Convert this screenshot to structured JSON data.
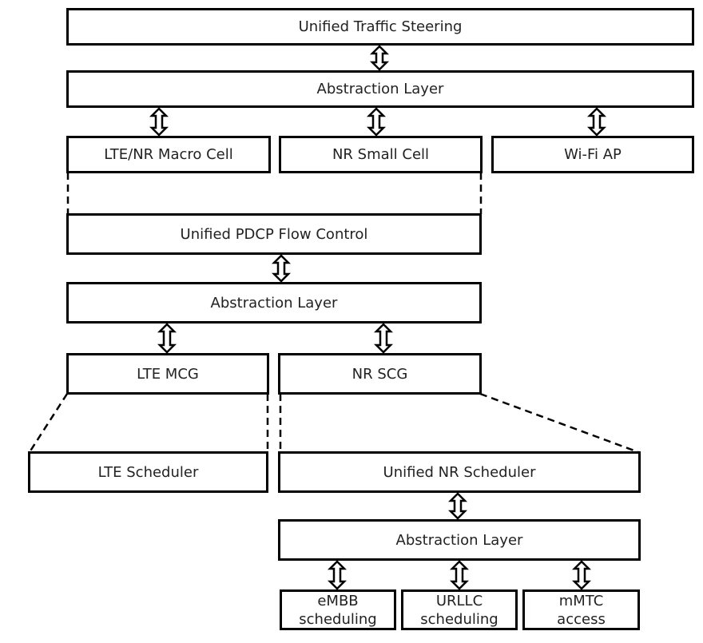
{
  "boxes": {
    "unified_traffic_steering": "Unified Traffic Steering",
    "abstraction_layer_top": "Abstraction Layer",
    "lte_nr_macro_cell": "LTE/NR Macro Cell",
    "nr_small_cell": "NR Small Cell",
    "wifi_ap": "Wi-Fi AP",
    "unified_pdcp_flow_control": "Unified PDCP Flow Control",
    "abstraction_layer_mid": "Abstraction Layer",
    "lte_mcg": "LTE MCG",
    "nr_scg": "NR SCG",
    "lte_scheduler": "LTE Scheduler",
    "unified_nr_scheduler": "Unified NR Scheduler",
    "abstraction_layer_bottom": "Abstraction Layer",
    "embb_line1": "eMBB",
    "embb_line2": "scheduling",
    "urllc_line1": "URLLC",
    "urllc_line2": "scheduling",
    "mmtc_line1": "mMTC",
    "mmtc_line2": "access"
  },
  "colors": {
    "stroke": "#000000",
    "text": "#222222",
    "background": "#ffffff"
  }
}
